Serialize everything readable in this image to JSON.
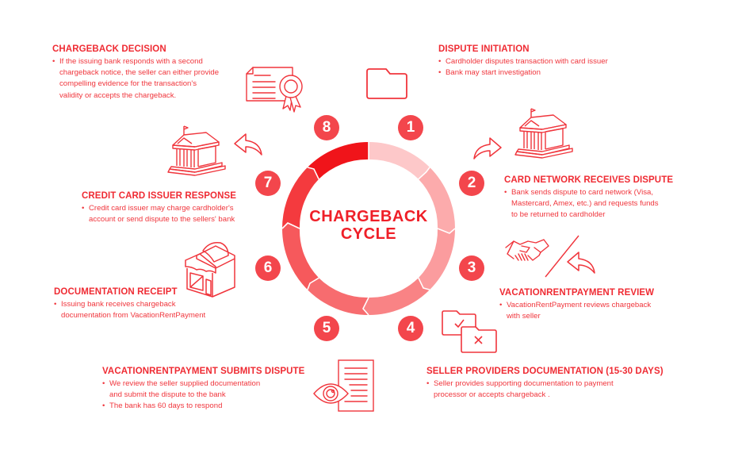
{
  "center": {
    "line1": "CHARGEBACK",
    "line2": "CYCLE"
  },
  "colors": {
    "accent": "#ef2b33",
    "number_bg": "#f3464c",
    "segments": [
      "#fdc8c9",
      "#fcabac",
      "#fb9c9e",
      "#f98385",
      "#f76c6f",
      "#f6595c",
      "#f43a3e",
      "#f0141a"
    ]
  },
  "steps": [
    {
      "number": "1",
      "title": "DISPUTE INITIATION",
      "bullets": [
        "Cardholder disputes transaction with card issuer",
        "Bank may start investigation"
      ],
      "icon": "folder-icon"
    },
    {
      "number": "2",
      "title": "CARD NETWORK RECEIVES DISPUTE",
      "bullets": [
        "Bank sends dispute to card network (Visa, Mastercard, Amex, etc.) and requests funds to be returned to cardholder"
      ],
      "bullet_lines": [
        "Bank sends dispute to card network (Visa,",
        "Mastercard, Amex, etc.) and requests funds",
        "to be returned to cardholder"
      ],
      "icon": "bank-icon"
    },
    {
      "number": "3",
      "title": "VACATIONRENTPAYMENT REVIEW",
      "bullets": [
        "VacationRentPayment reviews chargeback with seller"
      ],
      "bullet_lines": [
        "VacationRentPayment reviews chargeback",
        "with seller"
      ],
      "icon": "handshake-or-return-icon"
    },
    {
      "number": "4",
      "title": "SELLER PROVIDERS DOCUMENTATION (15-30 DAYS)",
      "bullets": [
        "Seller provides supporting documentation to payment processor or accepts chargeback ."
      ],
      "bullet_lines": [
        "Seller provides supporting documentation to payment",
        "processor or accepts chargeback ."
      ],
      "icon": "folders-accept-reject-icon"
    },
    {
      "number": "5",
      "title": "VACATIONRENTPAYMENT SUBMITS DISPUTE",
      "bullets": [
        "We review the seller supplied documentation and submit the dispute to the bank",
        "The bank has 60 days to respond"
      ],
      "bullet_lines": [
        "We review the seller supplied documentation",
        "and submit the dispute to the bank",
        "The bank has 60 days to respond"
      ],
      "icon": "document-review-eye-icon"
    },
    {
      "number": "6",
      "title": "DOCUMENTATION RECEIPT",
      "bullets": [
        "Issuing bank receives chargeback documentation from VacationRentPayment"
      ],
      "bullet_lines": [
        "Issuing bank receives chargeback",
        "documentation  from VacationRentPayment"
      ],
      "icon": "store-icon"
    },
    {
      "number": "7",
      "title": "CREDIT CARD ISSUER RESPONSE",
      "bullets": [
        "Credit card issuer may charge cardholder's account or send dispute to the sellers' bank"
      ],
      "bullet_lines": [
        "Credit card issuer may charge cardholder's",
        "account or send dispute to the sellers' bank"
      ],
      "icon": "bank-icon"
    },
    {
      "number": "8",
      "title": "CHARGEBACK DECISION",
      "bullets": [
        "If the issuing bank responds with a second chargeback notice, the seller can either provide compelling evidence for the transaction's validity or accepts the chargeback."
      ],
      "bullet_lines": [
        "If the issuing bank responds with a second",
        "chargeback notice, the seller can either provide",
        "compelling evidence for the transaction's",
        "validity or accepts the chargeback."
      ],
      "icon": "certificate-icon"
    }
  ]
}
